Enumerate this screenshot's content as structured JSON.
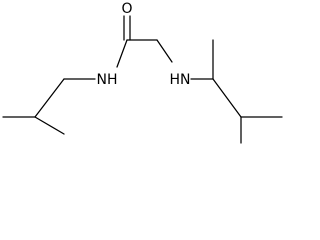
{
  "molecule": {
    "atom_labels": {
      "carbonyl_oxygen": "O",
      "amide_nitrogen": "NH",
      "amine_nitrogen": "HN"
    },
    "colors": {
      "bond": "#000000",
      "label": "#000000",
      "background": "#ffffff"
    }
  }
}
